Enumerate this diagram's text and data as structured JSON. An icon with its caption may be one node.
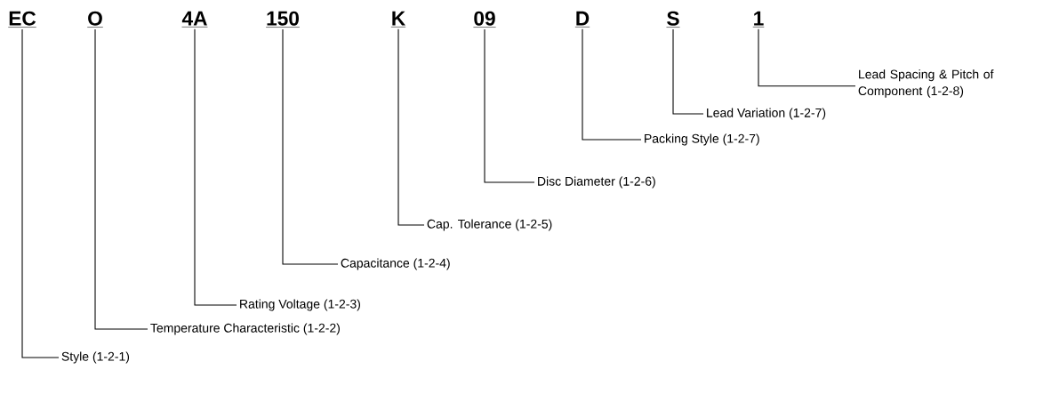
{
  "diagram": {
    "nodes": [
      {
        "text": [
          "EC"
        ]
      },
      {
        "text": [
          "O"
        ]
      },
      {
        "text": [
          "4A"
        ]
      },
      {
        "text": [
          "150"
        ]
      },
      {
        "text": [
          "K"
        ]
      },
      {
        "text": [
          "09"
        ]
      },
      {
        "text": [
          "D"
        ]
      },
      {
        "text": [
          "S"
        ]
      },
      {
        "text": [
          "1"
        ]
      },
      {
        "text": [
          "Style (1-2-1)"
        ]
      },
      {
        "text": [
          "Temperature Characteristic (1-2-2)"
        ]
      },
      {
        "text": [
          "Rating Voltage (1-2-3)"
        ]
      },
      {
        "text": [
          "Capacitance (1-2-4)"
        ]
      },
      {
        "text": [
          "Cap. Tolerance (1-2-5)"
        ]
      },
      {
        "text": [
          "Disc Diameter (1-2-6)"
        ]
      },
      {
        "text": [
          "Packing Style (1-2-7)"
        ]
      },
      {
        "text": [
          "Lead Variation (1-2-7)"
        ]
      },
      {
        "text": [
          "Lead Spacing & Pitch of Component (1-2-8)"
        ]
      }
    ],
    "edges": [
      {
        "from": 0,
        "to": 9,
        "arrow": "none"
      },
      {
        "from": 1,
        "to": 10,
        "arrow": "none"
      },
      {
        "from": 2,
        "to": 11,
        "arrow": "none"
      },
      {
        "from": 3,
        "to": 12,
        "arrow": "none"
      },
      {
        "from": 4,
        "to": 13,
        "arrow": "none"
      },
      {
        "from": 5,
        "to": 14,
        "arrow": "none"
      },
      {
        "from": 6,
        "to": 15,
        "arrow": "none"
      },
      {
        "from": 7,
        "to": 16,
        "arrow": "none"
      },
      {
        "from": 8,
        "to": 17,
        "arrow": "none"
      }
    ]
  }
}
